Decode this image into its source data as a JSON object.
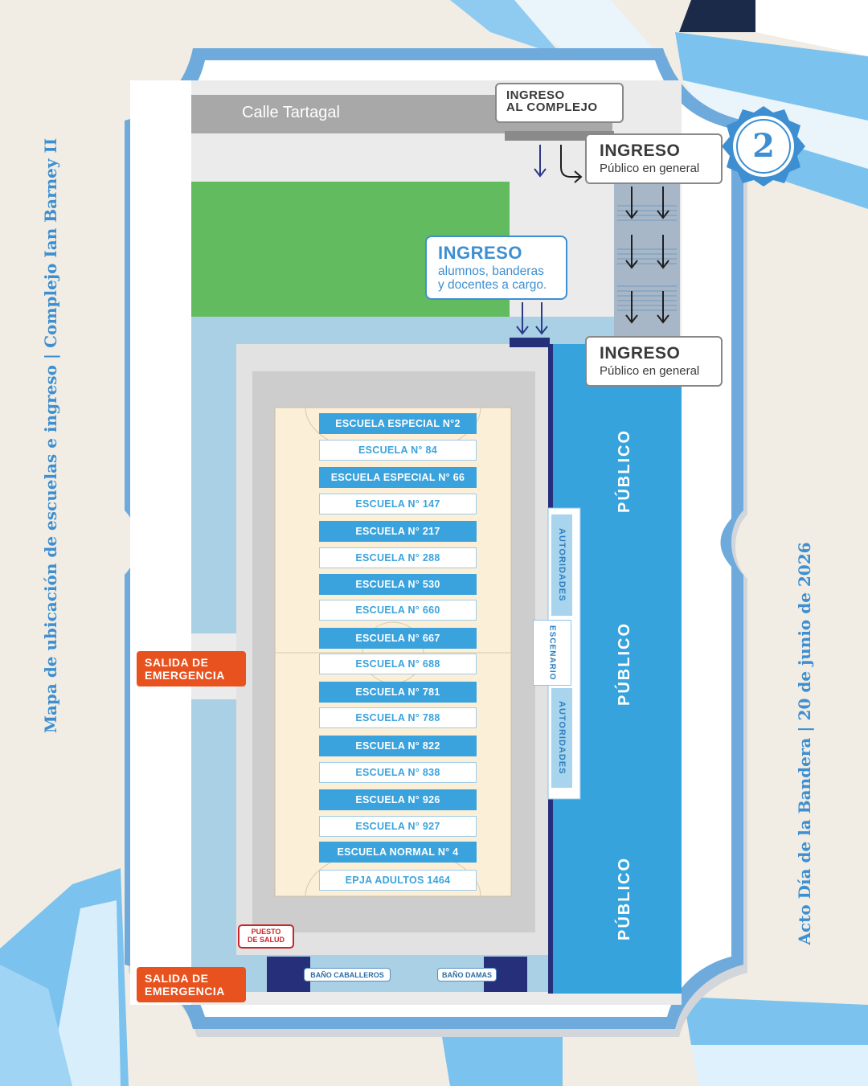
{
  "street": {
    "name": "Calle Tartagal"
  },
  "side_titles": {
    "left": "Mapa de ubicación de escuelas e ingreso | Complejo Ian Barney II",
    "right": "Acto Día de la Bandera | 20 de junio de 2026"
  },
  "badge": {
    "number": "2"
  },
  "entrances": {
    "complex": {
      "line1": "INGRESO",
      "line2": "AL COMPLEJO"
    },
    "public_top": {
      "title": "INGRESO",
      "subtitle": "Público en general"
    },
    "public_bottom": {
      "title": "INGRESO",
      "subtitle": "Público en general"
    },
    "students": {
      "title": "INGRESO",
      "line1": "alumnos, banderas",
      "line2": "y docentes a cargo."
    }
  },
  "public_labels": [
    "PÚBLICO",
    "PÚBLICO",
    "PÚBLICO"
  ],
  "authorities": [
    "AUTORIDADES",
    "AUTORIDADES"
  ],
  "stage": "ESCENARIO",
  "schools": [
    "ESCUELA ESPECIAL N°2",
    "ESCUELA N° 84",
    "ESCUELA ESPECIAL N° 66",
    "ESCUELA N° 147",
    "ESCUELA N° 217",
    "ESCUELA N° 288",
    "ESCUELA N° 530",
    "ESCUELA N° 660",
    "ESCUELA N° 667",
    "ESCUELA N° 688",
    "ESCUELA N° 781",
    "ESCUELA N° 788",
    "ESCUELA N° 822",
    "ESCUELA N° 838",
    "ESCUELA N° 926",
    "ESCUELA N° 927",
    "ESCUELA NORMAL N° 4",
    "EPJA ADULTOS 1464"
  ],
  "emergency_exits": [
    {
      "line1": "SALIDA DE",
      "line2": "EMERGENCIA"
    },
    {
      "line1": "SALIDA DE",
      "line2": "EMERGENCIA"
    }
  ],
  "health_post": {
    "line1": "PUESTO",
    "line2": "DE SALUD"
  },
  "restrooms": {
    "men": "BAÑO CABALLEROS",
    "women": "BAÑO DAMAS"
  },
  "colors": {
    "frame_blue": "#3d8fd1",
    "public_blue": "#36a3dd",
    "light_blue": "#a9d0e4",
    "navy": "#262f7a",
    "green": "#62bb5e",
    "emergency_orange": "#e8521f",
    "health_red": "#c9262b"
  }
}
